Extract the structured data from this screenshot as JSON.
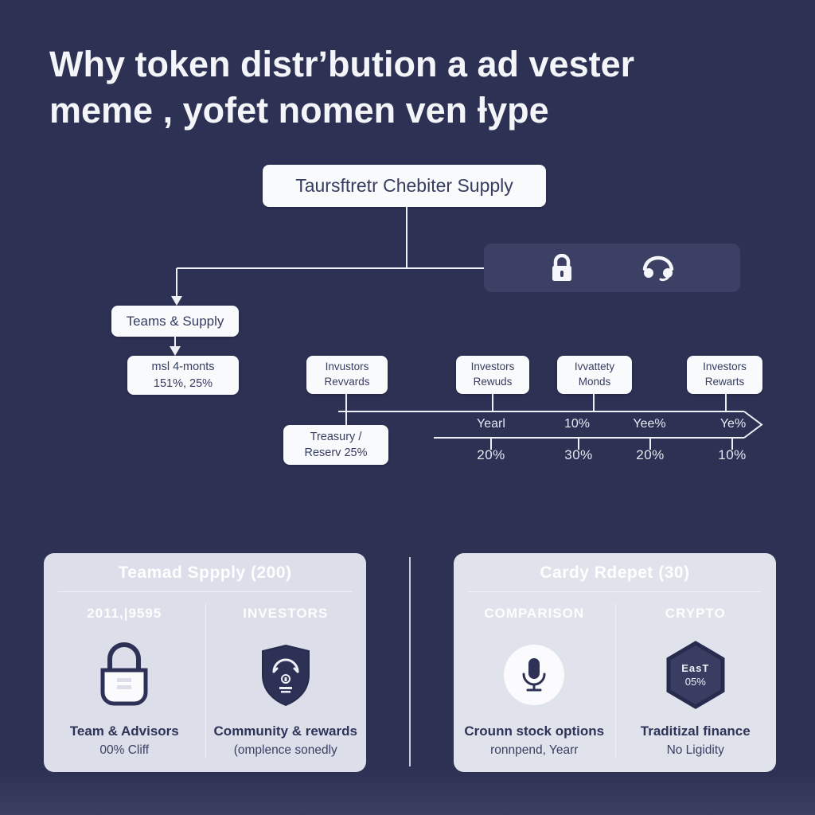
{
  "title": {
    "line1": "Why token distrʼbution a ad vester",
    "line2": "meme , yofet  nomen ven ƚype"
  },
  "flowchart": {
    "root_box": "Taursftretr Chebiter Supply",
    "teams_box": "Teams & Supply",
    "months_box": {
      "line1": "msl 4-monts",
      "line2": "151%, 25%"
    },
    "treasury_box": {
      "line1": "Treasury /",
      "line2": "Reserv 25%"
    },
    "child_boxes": [
      {
        "line1": "Invustors",
        "line2": "Revvards"
      },
      {
        "line1": "Investors",
        "line2": "Rewuds"
      },
      {
        "line1": "Ivvattety",
        "line2": "Monds"
      },
      {
        "line1": "Investors",
        "line2": "Rewarts"
      }
    ],
    "icon_bar": {
      "icons": [
        "lock-icon",
        "headphones-icon"
      ]
    },
    "timeline": {
      "band_labels": [
        "Yearl",
        "10%",
        "Yee%",
        "Ye%"
      ],
      "tick_values": [
        "20%",
        "30%",
        "20%",
        "10%"
      ]
    }
  },
  "cards": {
    "left": {
      "title": "Teamad Sppply (200)",
      "columns": [
        {
          "header": "2011,|9595",
          "icon": "lock-icon",
          "line1": "Team & Advisors",
          "line2": "00% Cliff"
        },
        {
          "header": "INVESTORS",
          "icon": "shield-gauge-icon",
          "line1": "Community & rewards",
          "line2": "(omplence sonedly"
        }
      ]
    },
    "right": {
      "title": "Cardy Rdepet (30)",
      "columns": [
        {
          "header": "COMPARISON",
          "icon": "microphone-icon",
          "line1": "Crounn stock options",
          "line2": "ronnpend, Yearr"
        },
        {
          "header": "CRYPTO",
          "icon": "hexagon-badge-icon",
          "badge_line1": "EasT",
          "badge_line2": "05%",
          "line1": "Traditizal finance",
          "line2": "No Ligidity"
        }
      ]
    }
  },
  "colors": {
    "background": "#2d3154",
    "box_fill": "#f9fafc",
    "navy_text": "#2e3156",
    "icon_bar_fill": "#3b4064",
    "card_fill_left": "#dcdfe9",
    "card_fill_right": "#e0e3eb",
    "line_white": "#f2f3f7"
  }
}
